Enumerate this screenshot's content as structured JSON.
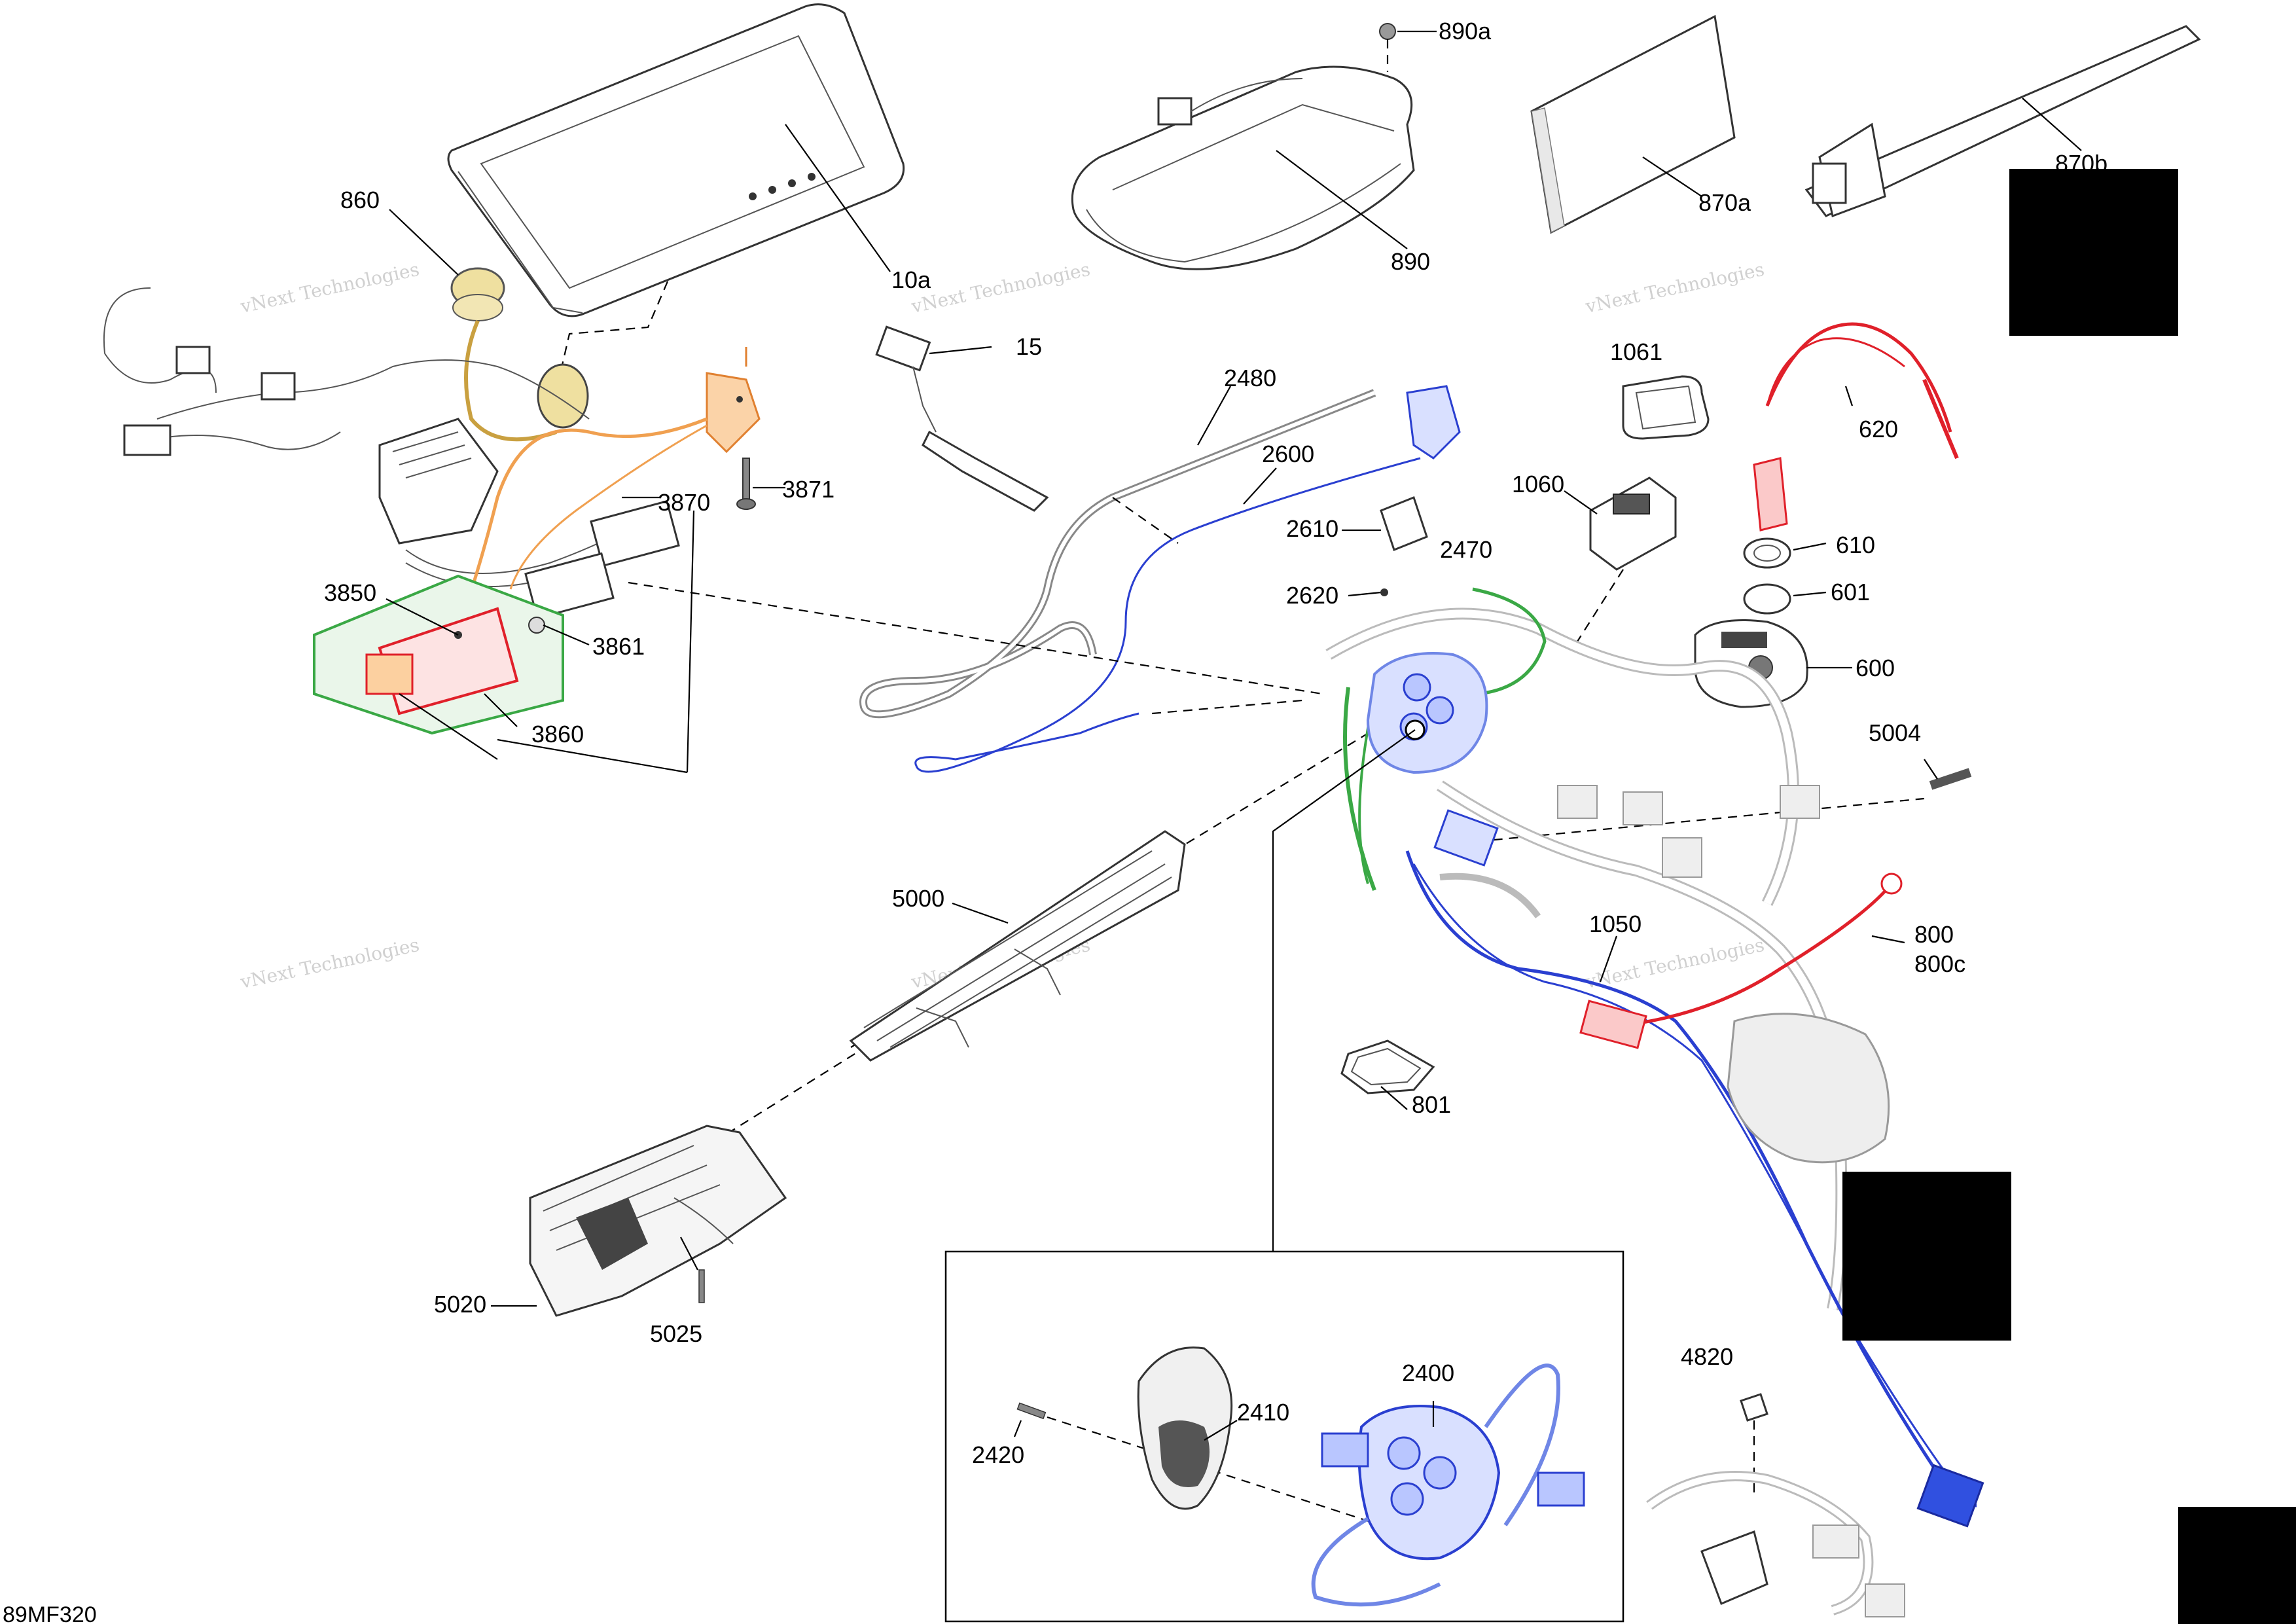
{
  "diagram_code": "89MF320",
  "watermark": "vNext Technologies",
  "colors": {
    "red": "#e0202a",
    "blue": "#2a3fd0",
    "light_blue": "#6f86e6",
    "green": "#3aa845",
    "orange": "#f0a050",
    "yellow": "#e8d27a",
    "black": "#000000"
  },
  "callouts": [
    {
      "id": "c-10a",
      "text": "10a"
    },
    {
      "id": "c-860",
      "text": "860"
    },
    {
      "id": "c-15",
      "text": "15"
    },
    {
      "id": "c-890a",
      "text": "890a"
    },
    {
      "id": "c-890",
      "text": "890"
    },
    {
      "id": "c-870a",
      "text": "870a"
    },
    {
      "id": "c-870b",
      "text": "870b"
    },
    {
      "id": "c-1061",
      "text": "1061"
    },
    {
      "id": "c-620",
      "text": "620"
    },
    {
      "id": "c-2480",
      "text": "2480"
    },
    {
      "id": "c-2600",
      "text": "2600"
    },
    {
      "id": "c-2610",
      "text": "2610"
    },
    {
      "id": "c-2620",
      "text": "2620"
    },
    {
      "id": "c-1060",
      "text": "1060"
    },
    {
      "id": "c-2470",
      "text": "2470"
    },
    {
      "id": "c-610",
      "text": "610"
    },
    {
      "id": "c-601",
      "text": "601"
    },
    {
      "id": "c-600",
      "text": "600"
    },
    {
      "id": "c-3871",
      "text": "3871"
    },
    {
      "id": "c-3870",
      "text": "3870"
    },
    {
      "id": "c-3850",
      "text": "3850"
    },
    {
      "id": "c-3861",
      "text": "3861"
    },
    {
      "id": "c-3860",
      "text": "3860"
    },
    {
      "id": "c-5004",
      "text": "5004"
    },
    {
      "id": "c-5000",
      "text": "5000"
    },
    {
      "id": "c-1050",
      "text": "1050"
    },
    {
      "id": "c-800",
      "text": "800"
    },
    {
      "id": "c-800c",
      "text": "800c"
    },
    {
      "id": "c-801",
      "text": "801"
    },
    {
      "id": "c-5020",
      "text": "5020"
    },
    {
      "id": "c-5025",
      "text": "5025"
    },
    {
      "id": "c-4820",
      "text": "4820"
    },
    {
      "id": "c-2400",
      "text": "2400"
    },
    {
      "id": "c-2410",
      "text": "2410"
    },
    {
      "id": "c-2420",
      "text": "2420"
    }
  ]
}
